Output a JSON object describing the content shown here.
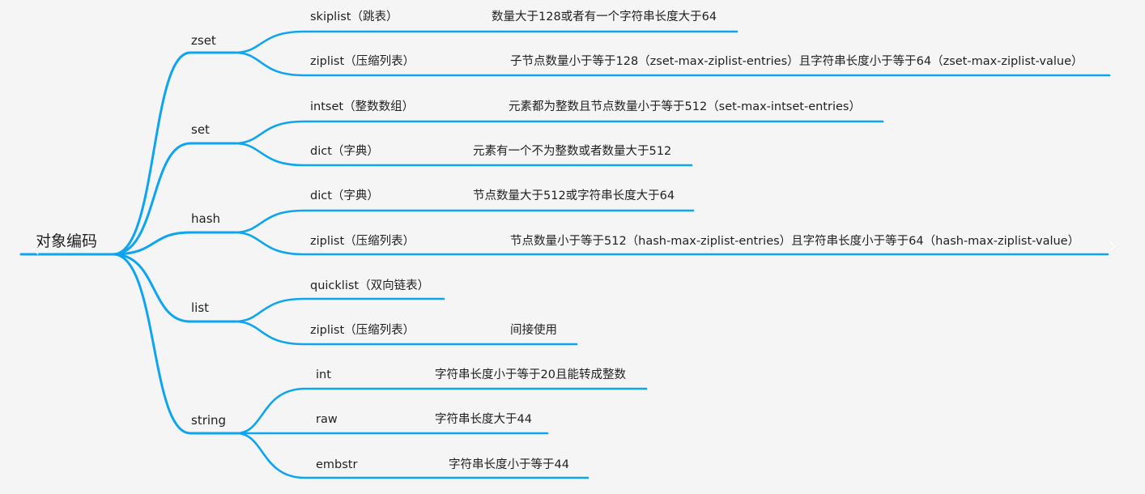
{
  "colors": {
    "background": "#f5f5f5",
    "line": "#0ea5f0",
    "text": "#1f1f1f"
  },
  "root": {
    "label": "对象编码"
  },
  "branches": {
    "zset": {
      "label": "zset",
      "children": [
        {
          "label": "skiplist（跳表）",
          "desc": "数量大于128或者有一个字符串长度大于64"
        },
        {
          "label": "ziplist（压缩列表）",
          "desc": "子节点数量小于等于128（zset-max-ziplist-entries）且字符串长度小于等于64（zset-max-ziplist-value）"
        }
      ]
    },
    "set": {
      "label": "set",
      "children": [
        {
          "label": "intset（整数数组）",
          "desc": "元素都为整数且节点数量小于等于512（set-max-intset-entries）"
        },
        {
          "label": "dict（字典）",
          "desc": "元素有一个不为整数或者数量大于512"
        }
      ]
    },
    "hash": {
      "label": "hash",
      "children": [
        {
          "label": "dict（字典）",
          "desc": "节点数量大于512或字符串长度大于64"
        },
        {
          "label": "ziplist（压缩列表）",
          "desc": "节点数量小于等于512（hash-max-ziplist-entries）且字符串长度小于等于64（hash-max-ziplist-value）"
        }
      ]
    },
    "list": {
      "label": "list",
      "children": [
        {
          "label": "quicklist（双向链表）",
          "desc": ""
        },
        {
          "label": "ziplist（压缩列表）",
          "desc": "间接使用"
        }
      ]
    },
    "string": {
      "label": "string",
      "children": [
        {
          "label": "int",
          "desc": "字符串长度小于等于20且能转成整数"
        },
        {
          "label": "raw",
          "desc": "字符串长度大于44"
        },
        {
          "label": "embstr",
          "desc": "字符串长度小于等于44"
        }
      ]
    }
  },
  "nav": {
    "prev_icon": "chevron-left-icon",
    "next_icon": "chevron-right-icon",
    "prev_glyph": "‹",
    "next_glyph": "›"
  }
}
